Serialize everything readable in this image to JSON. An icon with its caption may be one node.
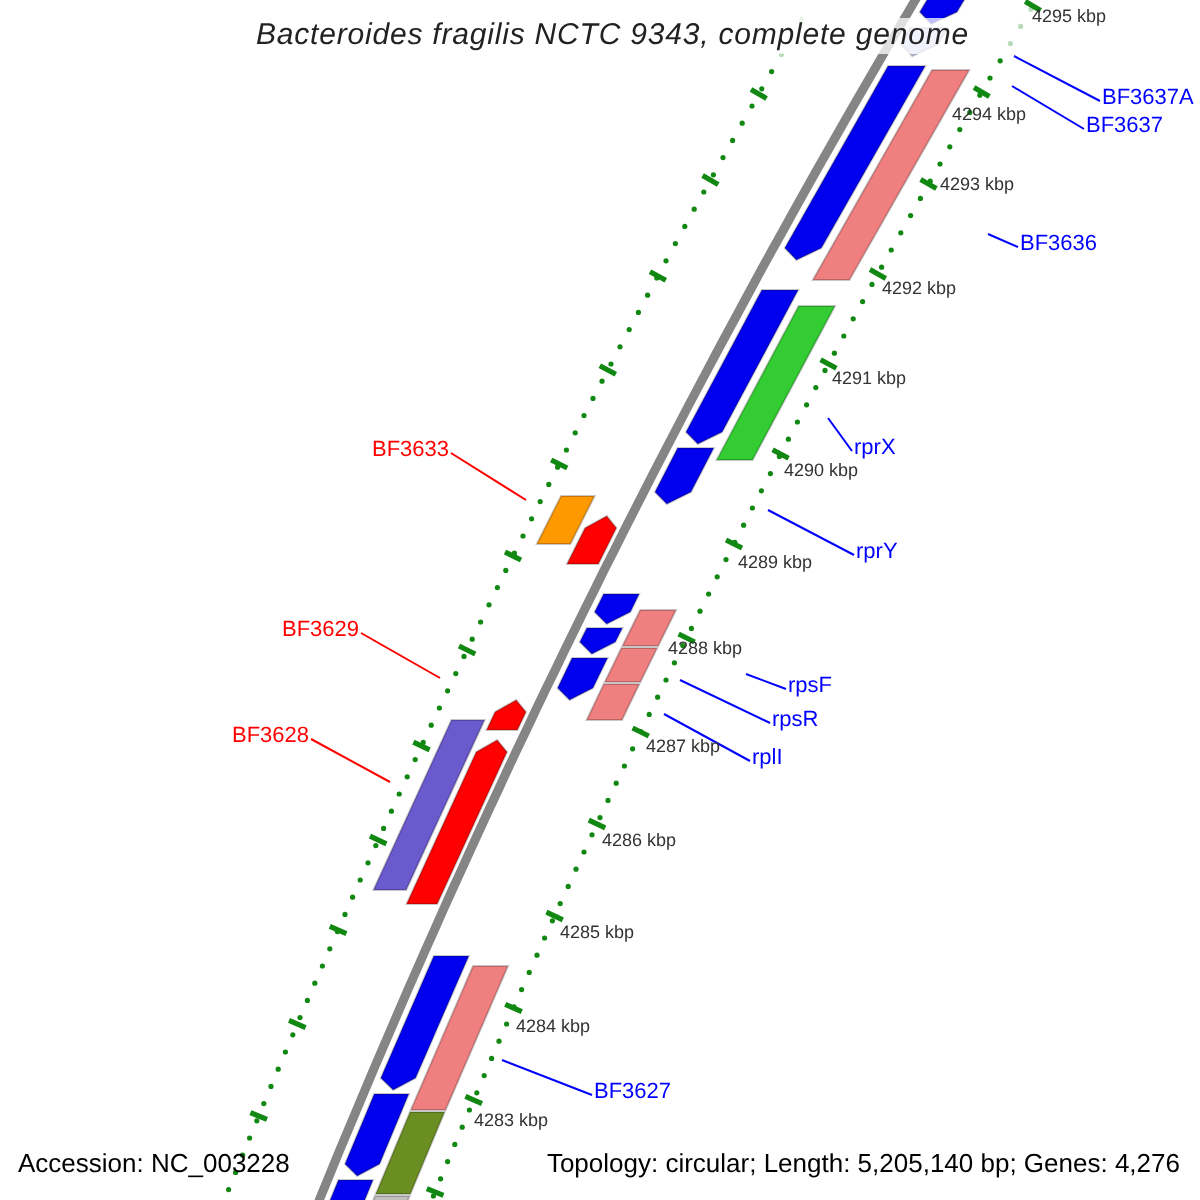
{
  "diagram": {
    "title": "Bacteroides fragilis NCTC 9343, complete genome",
    "nodes": [
      {
        "text": [
          "BF3637A"
        ]
      },
      {
        "text": [
          "BF3637"
        ]
      },
      {
        "text": [
          "BF3636"
        ]
      },
      {
        "text": [
          "rprX"
        ]
      },
      {
        "text": [
          "BF3633"
        ]
      },
      {
        "text": [
          "rprY"
        ]
      },
      {
        "text": [
          "BF3629"
        ]
      },
      {
        "text": [
          "rpsF"
        ]
      },
      {
        "text": [
          "rpsR"
        ]
      },
      {
        "text": [
          "BF3628"
        ]
      },
      {
        "text": [
          "rplI"
        ]
      },
      {
        "text": [
          "BF3627"
        ]
      }
    ],
    "edges": [
      {
        "from": 0,
        "to": null,
        "arrow": "none"
      },
      {
        "from": 1,
        "to": null,
        "arrow": "none"
      },
      {
        "from": 2,
        "to": null,
        "arrow": "none"
      },
      {
        "from": 3,
        "to": null,
        "arrow": "none"
      },
      {
        "from": 4,
        "to": null,
        "arrow": "none",
        "color": "#ff0000"
      },
      {
        "from": 5,
        "to": null,
        "arrow": "none"
      },
      {
        "from": 6,
        "to": null,
        "arrow": "none",
        "color": "#ff0000"
      },
      {
        "from": 7,
        "to": null,
        "arrow": "none"
      },
      {
        "from": 8,
        "to": null,
        "arrow": "none"
      },
      {
        "from": 9,
        "to": null,
        "arrow": "none",
        "color": "#ff0000"
      },
      {
        "from": 10,
        "to": null,
        "arrow": "none"
      },
      {
        "from": 11,
        "to": null,
        "arrow": "none"
      }
    ],
    "labels": [
      "4295 kbp",
      "4294 kbp",
      "4293 kbp",
      "4292 kbp",
      "4291 kbp",
      "4290 kbp",
      "4289 kbp",
      "4288 kbp",
      "4287 kbp",
      "4286 kbp",
      "4285 kbp",
      "4284 kbp",
      "4283 kbp",
      "Accession: NC_003228",
      "Topology: circular; Length: 5,205,140 bp; Genes: 4,276"
    ]
  }
}
